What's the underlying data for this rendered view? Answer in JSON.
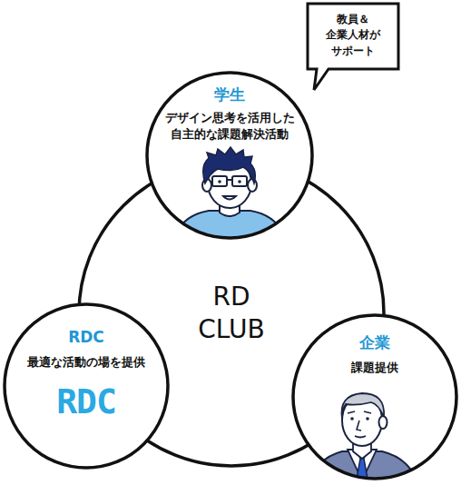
{
  "diagram": {
    "nodes": [
      {
        "text": [
          "学生",
          "デザイン思考を活用した 自主的な課題解決活動"
        ]
      },
      {
        "text": [
          "教員＆ 企業人材が サポート"
        ]
      },
      {
        "text": [
          "RD CLUB"
        ]
      },
      {
        "text": [
          "RDC",
          "最適な活動の場を提供",
          "RDC"
        ]
      },
      {
        "text": [
          "企業",
          "課題提供"
        ]
      }
    ]
  }
}
